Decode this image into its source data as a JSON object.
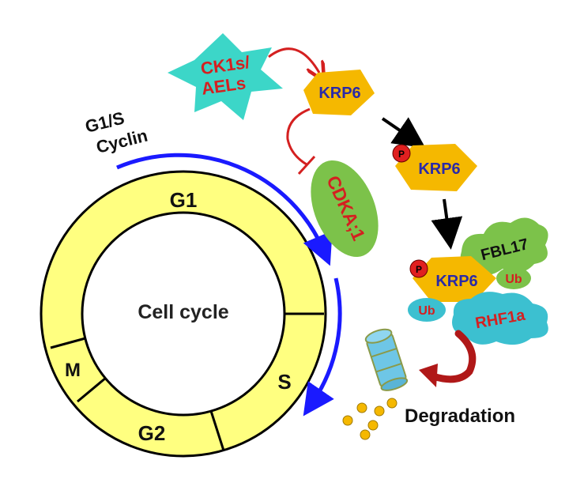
{
  "cell_cycle": {
    "center_label": "Cell cycle",
    "phases": {
      "g1": "G1",
      "s": "S",
      "g2": "G2",
      "m": "M"
    }
  },
  "g1s_cyclin": {
    "line1": "G1/S",
    "line2": "Cyclin"
  },
  "ck1s_aels": {
    "line1": "CK1s/",
    "line2": "AELs"
  },
  "cdka": "CDKA;1",
  "krp6": {
    "label": "KRP6"
  },
  "phospho": "P",
  "fbl17": "FBL17",
  "ubiquitin": "Ub",
  "rhf1a": "RHF1a",
  "degradation": "Degradation",
  "colors": {
    "ring_fill": "#ffff80",
    "krp6_fill": "#f5b800",
    "krp6_text": "#2a2aa8",
    "green": "#7cc24a",
    "cyan": "#3cc8c8",
    "red": "#d42020",
    "blue_arrow": "#1a1aff",
    "proteasome": "#6ec6e6"
  },
  "icons": [
    "star-burst",
    "pentagon",
    "ellipse",
    "cloud",
    "proteasome-barrel",
    "u-turn-arrow",
    "inhibition-bar"
  ]
}
